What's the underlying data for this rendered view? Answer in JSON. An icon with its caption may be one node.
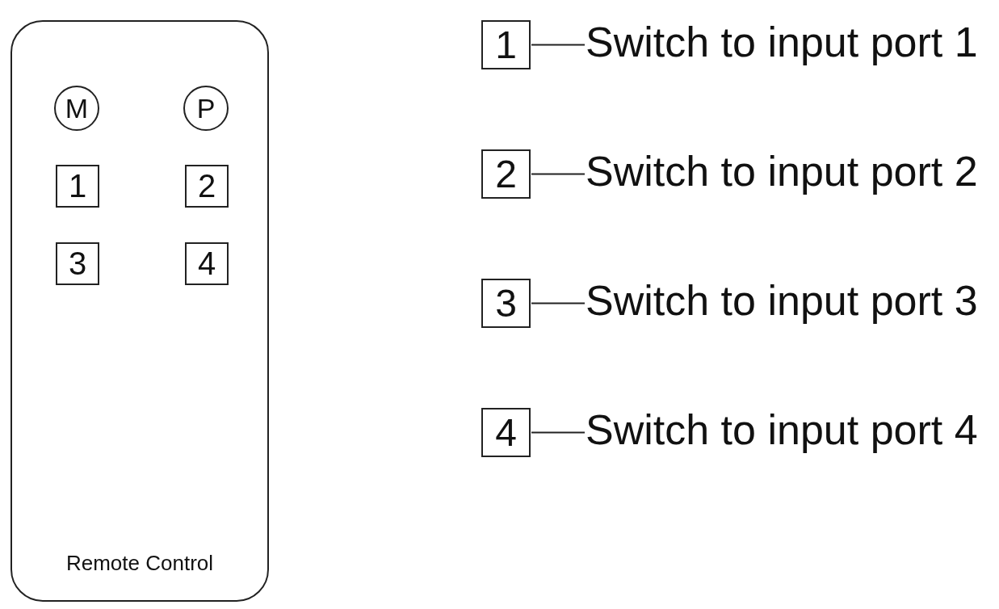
{
  "diagram": {
    "nodes": [
      {
        "text": [
          "Remote Control"
        ]
      },
      {
        "text": [
          "M"
        ],
        "in": 0
      },
      {
        "text": [
          "P"
        ],
        "in": 0
      },
      {
        "text": [
          "1"
        ],
        "in": 0
      },
      {
        "text": [
          "2"
        ],
        "in": 0
      },
      {
        "text": [
          "3"
        ],
        "in": 0
      },
      {
        "text": [
          "4"
        ],
        "in": 0
      },
      {
        "text": [
          "1"
        ]
      },
      {
        "text": [
          "Switch to input port 1"
        ]
      },
      {
        "text": [
          "2"
        ]
      },
      {
        "text": [
          "Switch to input port 2"
        ]
      },
      {
        "text": [
          "3"
        ]
      },
      {
        "text": [
          "Switch to input port 3"
        ]
      },
      {
        "text": [
          "4"
        ]
      },
      {
        "text": [
          "Switch to input port 4"
        ]
      }
    ],
    "edges": [
      {
        "from": 7,
        "to": 8,
        "arrow": "none"
      },
      {
        "from": 9,
        "to": 10,
        "arrow": "none"
      },
      {
        "from": 11,
        "to": 12,
        "arrow": "none"
      },
      {
        "from": 13,
        "to": 14,
        "arrow": "none"
      }
    ]
  }
}
